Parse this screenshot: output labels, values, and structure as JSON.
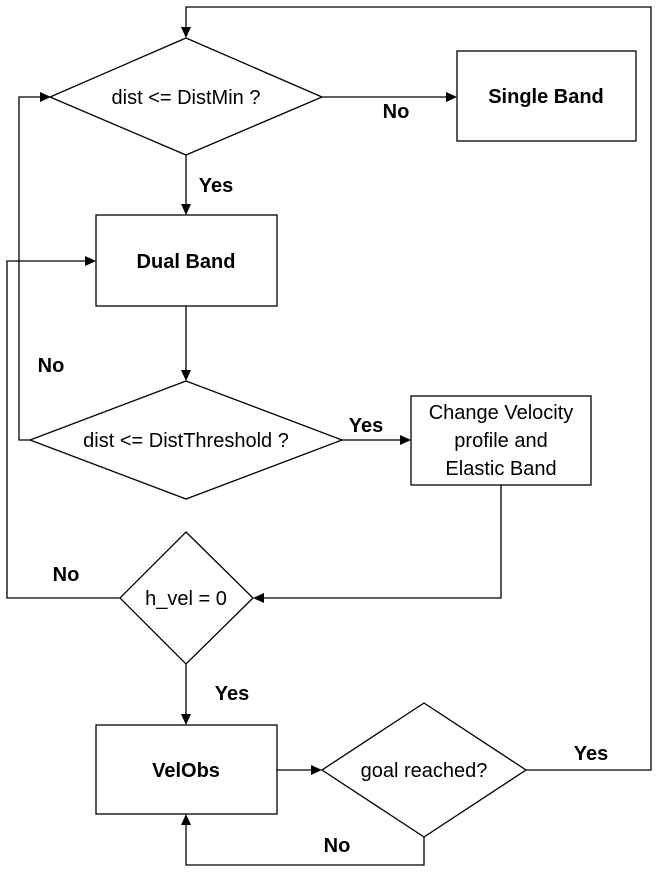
{
  "nodes": {
    "dist_min_check": "dist <= DistMin ?",
    "single_band": "Single Band",
    "dual_band": "Dual Band",
    "dist_threshold_check": "dist <= DistThreshold ?",
    "change_velocity": [
      "Change Velocity",
      "profile and",
      "Elastic Band"
    ],
    "h_vel_check": "h_vel = 0",
    "velobs": "VelObs",
    "goal_reached": "goal reached?"
  },
  "edges": {
    "dist_min_no": "No",
    "dist_min_yes": "Yes",
    "threshold_no": "No",
    "threshold_yes": "Yes",
    "h_vel_no": "No",
    "h_vel_yes": "Yes",
    "goal_yes": "Yes",
    "goal_no": "No"
  }
}
